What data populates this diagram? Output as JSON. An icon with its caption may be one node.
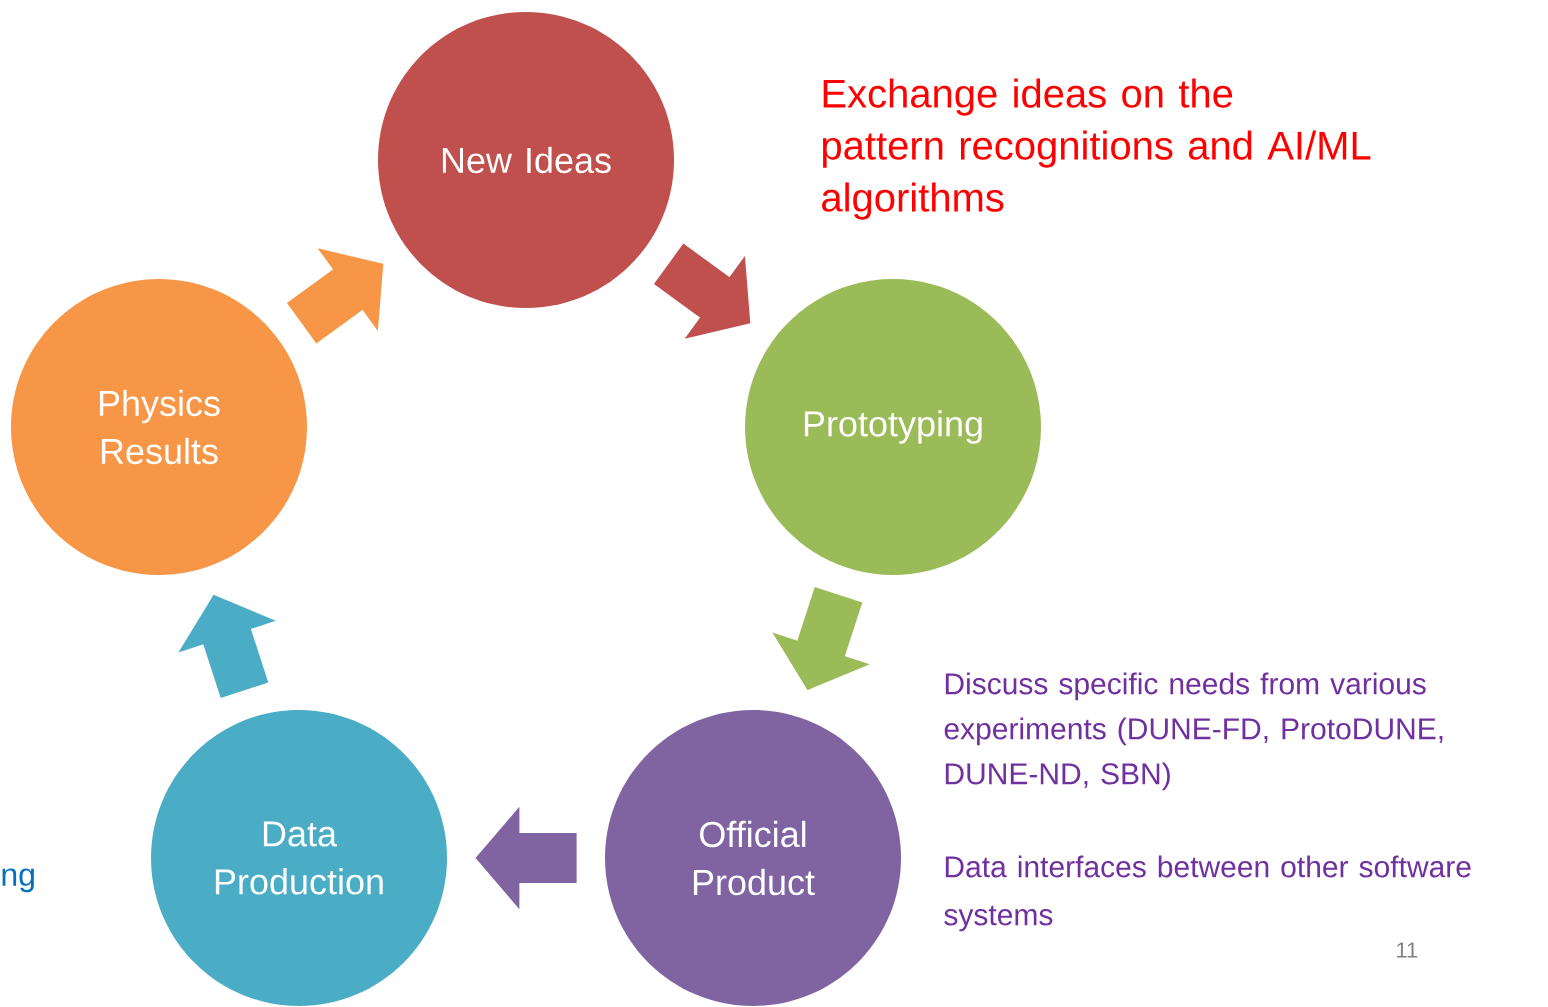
{
  "diagram": {
    "nodes": [
      {
        "text": [
          "New Ideas"
        ]
      },
      {
        "text": [
          "Prototyping"
        ]
      },
      {
        "text": [
          "Official Product"
        ]
      },
      {
        "text": [
          "Data Production"
        ]
      },
      {
        "text": [
          "Physics Results"
        ]
      }
    ],
    "edges": [
      {
        "from": 0,
        "to": 1,
        "arrow": "to",
        "color": "#c0504d"
      },
      {
        "from": 1,
        "to": 2,
        "arrow": "to",
        "color": "#9bbb59"
      },
      {
        "from": 2,
        "to": 3,
        "arrow": "to",
        "color": "#8064a2"
      },
      {
        "from": 3,
        "to": 4,
        "arrow": "to",
        "color": "#4bacc6"
      },
      {
        "from": 4,
        "to": 0,
        "arrow": "to",
        "color": "#f79646"
      }
    ],
    "labels": [
      "Exchange ideas on the pattern recognitions and AI/ML algorithms",
      "Discuss specific needs from various experiments (DUNE-FD, ProtoDUNE, DUNE-ND, SBN)",
      "Data interfaces between other software systems",
      "ng",
      "11"
    ]
  }
}
